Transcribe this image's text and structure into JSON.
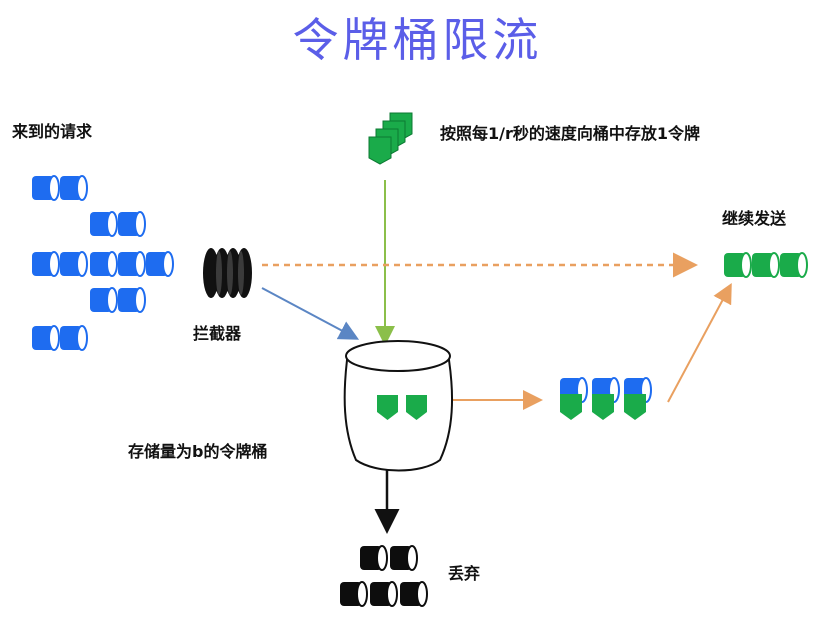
{
  "title": "令牌桶限流",
  "labels": {
    "incoming": "来到的请求",
    "token_rate": "按照每1/r秒的速度向桶中存放1令牌",
    "continue": "继续发送",
    "interceptor": "拦截器",
    "bucket": "存储量为b的令牌桶",
    "discard": "丢弃"
  },
  "colors": {
    "title": "#5b5ee8",
    "request": "#1e6cf0",
    "token": "#1aab4a",
    "discard": "#0d0d0d",
    "arrow_token": "#8bbf4a",
    "arrow_intercept": "#5b86c4",
    "arrow_pass": "#e9a060"
  },
  "icons": [
    "request-icon",
    "token-icon",
    "interceptor-icon",
    "bucket-icon",
    "discard-request-icon"
  ]
}
